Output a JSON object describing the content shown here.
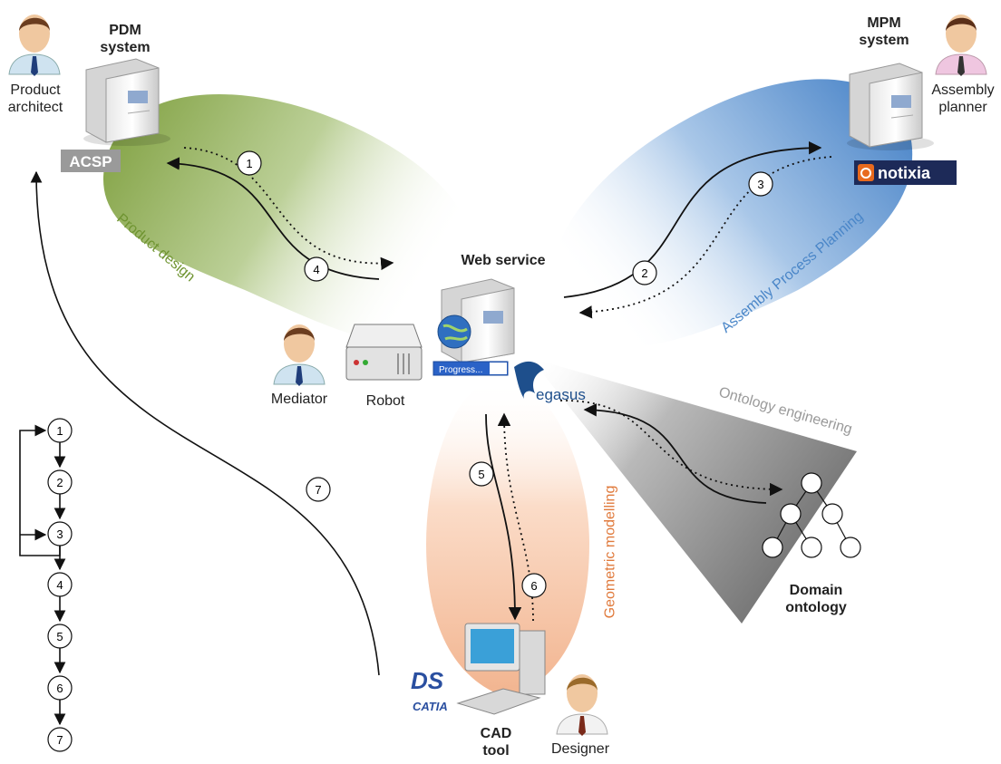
{
  "actors": {
    "product_architect": "Product\narchitect",
    "assembly_planner": "Assembly\nplanner",
    "mediator": "Mediator",
    "designer": "Designer"
  },
  "systems": {
    "pdm": "PDM\nsystem",
    "mpm": "MPM\nsystem",
    "web_service": "Web service",
    "robot": "Robot",
    "cad": "CAD\ntool",
    "domain_ontology": "Domain\nontology"
  },
  "areas": {
    "product_design": {
      "label": "Product design",
      "color": "#6f9431"
    },
    "assembly_process_planning": {
      "label": "Assembly Process Planning",
      "color": "#4a86c8"
    },
    "ontology_engineering": {
      "label": "Ontology engineering",
      "color": "#9a9a9a"
    },
    "geometric_modelling": {
      "label": "Geometric modelling",
      "color": "#e07a3c"
    }
  },
  "logos": {
    "acsp": "ACSP",
    "notixia": "notixia",
    "egasus": "egasus",
    "catia": "CATIA",
    "ds": "DS"
  },
  "progress_label": "Progress...",
  "steps": [
    "1",
    "2",
    "3",
    "4",
    "5",
    "6",
    "7"
  ],
  "sequence": [
    "1",
    "2",
    "3",
    "4",
    "5",
    "6",
    "7"
  ]
}
